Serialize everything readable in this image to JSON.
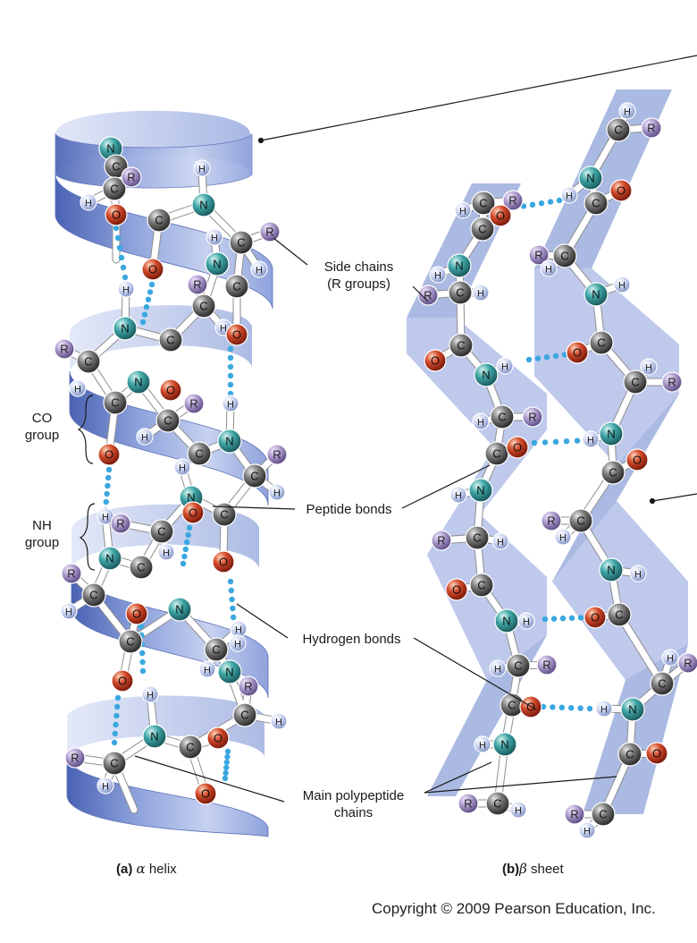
{
  "labels": {
    "side_chains_line1": "Side chains",
    "side_chains_line2": "(R groups)",
    "co_group_line1": "CO",
    "co_group_line2": "group",
    "nh_group_line1": "NH",
    "nh_group_line2": "group",
    "peptide_bonds": "Peptide bonds",
    "hydrogen_bonds": "Hydrogen bonds",
    "main_chains_line1": "Main polypeptide",
    "main_chains_line2": "chains"
  },
  "captions": {
    "a_tag": "(a)",
    "a_greek": "α",
    "a_text": "helix",
    "b_tag": "(b)",
    "b_greek": "β",
    "b_text": "sheet"
  },
  "copyright": "Copyright © 2009 Pearson Education, Inc.",
  "atom_symbols": {
    "carbon": "C",
    "nitrogen": "N",
    "oxygen": "O",
    "hydrogen": "H",
    "side_chain": "R"
  },
  "colors": {
    "ribbon": "#8fa3d8",
    "ribbon_dark": "#5d77c4",
    "ribbon_light": "#b9c6ea",
    "carbon": "#6b6b6b",
    "nitrogen": "#3fa6a6",
    "oxygen": "#cc3b26",
    "hydrogen": "#c9d3f2",
    "side_chain": "#a996c9",
    "hbond": "#3aa7e0"
  }
}
